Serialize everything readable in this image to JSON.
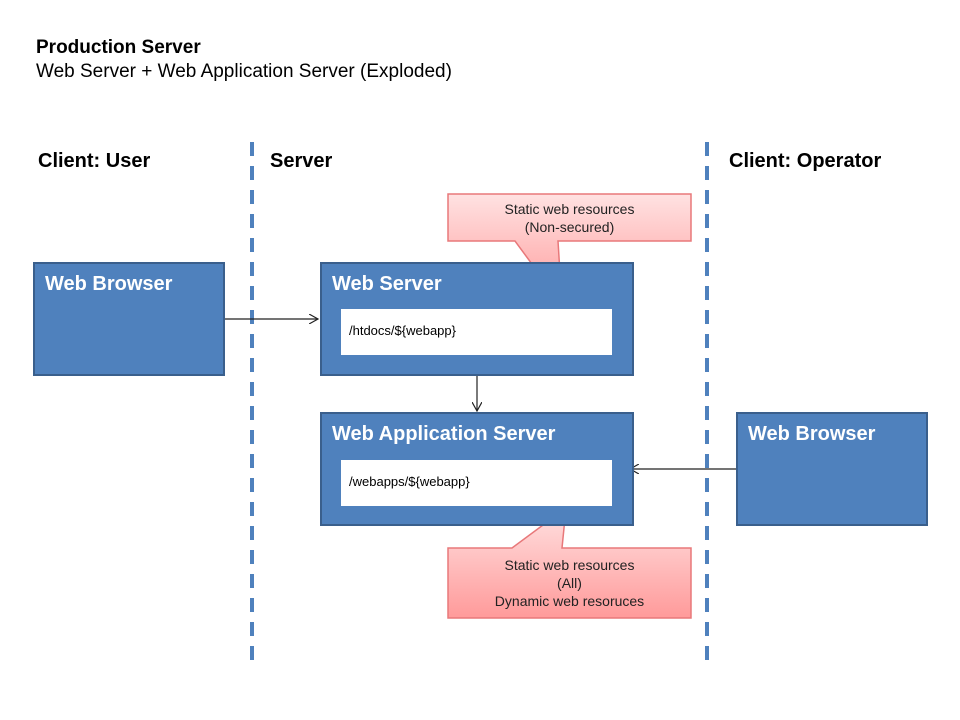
{
  "title": {
    "line1": "Production Server",
    "line2": "Web Server + Web Application Server (Exploded)"
  },
  "zones": {
    "client_user": "Client: User",
    "server": "Server",
    "client_operator": "Client: Operator"
  },
  "boxes": {
    "user_browser": "Web Browser",
    "web_server": {
      "title": "Web Server",
      "path": "/htdocs/${webapp}"
    },
    "app_server": {
      "title": "Web Application Server",
      "path": "/webapps/${webapp}"
    },
    "operator_browser": "Web Browser"
  },
  "callouts": {
    "web_server_note": [
      "Static web resources",
      "(Non-secured)"
    ],
    "app_server_note": [
      "Static web resources",
      "(All)",
      "Dynamic web resoruces"
    ]
  },
  "colors": {
    "box_fill": "#4f81bd",
    "box_border": "#3a5f8c",
    "divider": "#4f81bd",
    "callout_fill": "#ff9b9b",
    "callout_border": "#e8787a"
  }
}
